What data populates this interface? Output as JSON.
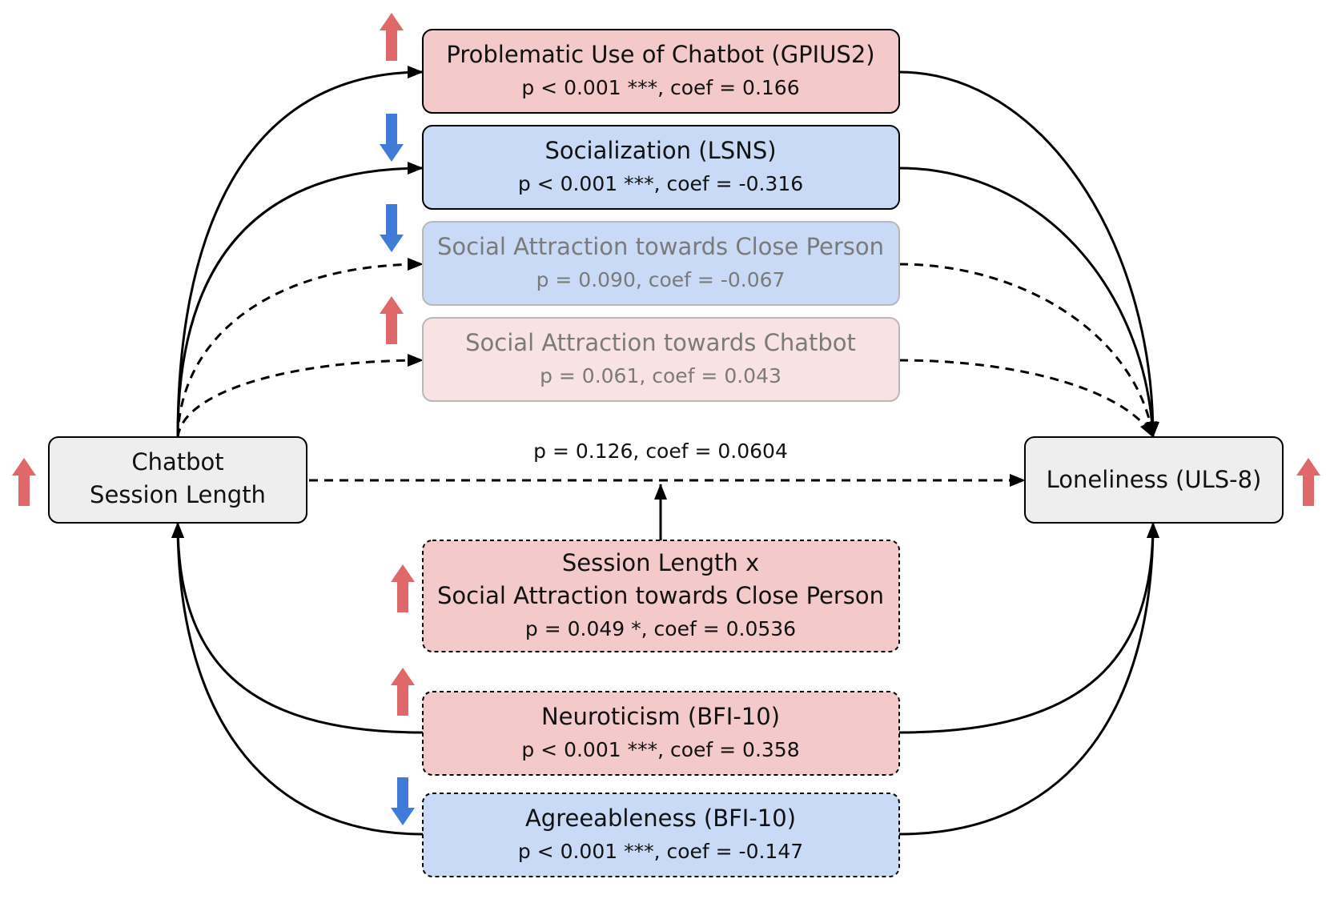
{
  "colors": {
    "pink": "#f4c9c9",
    "pink_light": "#f8e2e2",
    "blue": "#c9daf7",
    "grey": "#eeeeee",
    "up_arrow": "#e0676a",
    "down_arrow": "#3f7bd9"
  },
  "nodes": {
    "session_length": {
      "line1": "Chatbot",
      "line2": "Session Length",
      "trend": "up"
    },
    "loneliness": {
      "title": "Loneliness (ULS-8)",
      "trend": "up"
    },
    "gpius2": {
      "title": "Problematic Use of Chatbot (GPIUS2)",
      "stat": "p < 0.001 ***, coef = 0.166",
      "trend": "up",
      "significant": true
    },
    "lsns": {
      "title": "Socialization (LSNS)",
      "stat": "p < 0.001 ***, coef = -0.316",
      "trend": "down",
      "significant": true
    },
    "close_person": {
      "title": "Social Attraction towards Close Person",
      "stat": "p = 0.090, coef = -0.067",
      "trend": "down",
      "significant": false
    },
    "attraction_chatbot": {
      "title": "Social Attraction towards Chatbot",
      "stat": "p = 0.061, coef = 0.043",
      "trend": "up",
      "significant": false
    },
    "interaction": {
      "line1": "Session Length x",
      "line2": "Social Attraction towards Close Person",
      "stat": "p = 0.049 *, coef = 0.0536",
      "trend": "up"
    },
    "neuroticism": {
      "title": "Neuroticism (BFI-10)",
      "stat": "p < 0.001 ***, coef = 0.358",
      "trend": "up"
    },
    "agreeableness": {
      "title": "Agreeableness (BFI-10)",
      "stat": "p < 0.001 ***, coef = -0.147",
      "trend": "down"
    }
  },
  "direct_effect": {
    "stat": "p = 0.126, coef = 0.0604",
    "significant": false
  }
}
